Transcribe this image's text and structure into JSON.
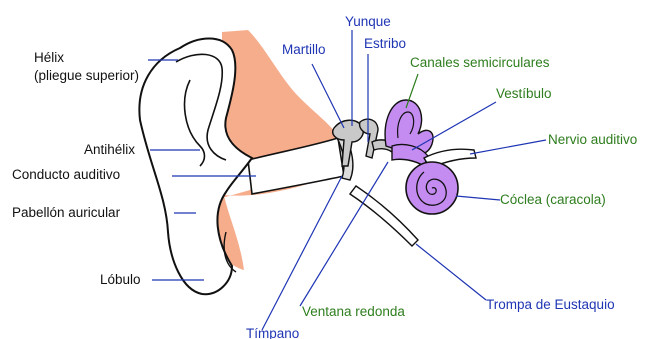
{
  "labels": {
    "helix": "Hélix",
    "helix_sub": "(pliegue superior)",
    "antihelix": "Antihélix",
    "canal": "Conducto auditivo",
    "pinna": "Pabellón auricular",
    "lobule": "Lóbulo",
    "incus": "Yunque",
    "malleus": "Martillo",
    "stapes": "Estribo",
    "semicircular": "Canales semicirculares",
    "vestibule": "Vestíbulo",
    "nerve": "Nervio auditivo",
    "cochlea": "Cóclea (caracola)",
    "round_window": "Ventana redonda",
    "eustachian": "Trompa de Eustaquio",
    "eardrum": "Tímpano"
  },
  "colors": {
    "skin": "#f6ad8c",
    "inner_ear": "#c48cf0",
    "ossicles": "#c9c9c9",
    "outline": "#111111",
    "blue_label": "#1f35b4",
    "green_label": "#2e7d1e"
  }
}
